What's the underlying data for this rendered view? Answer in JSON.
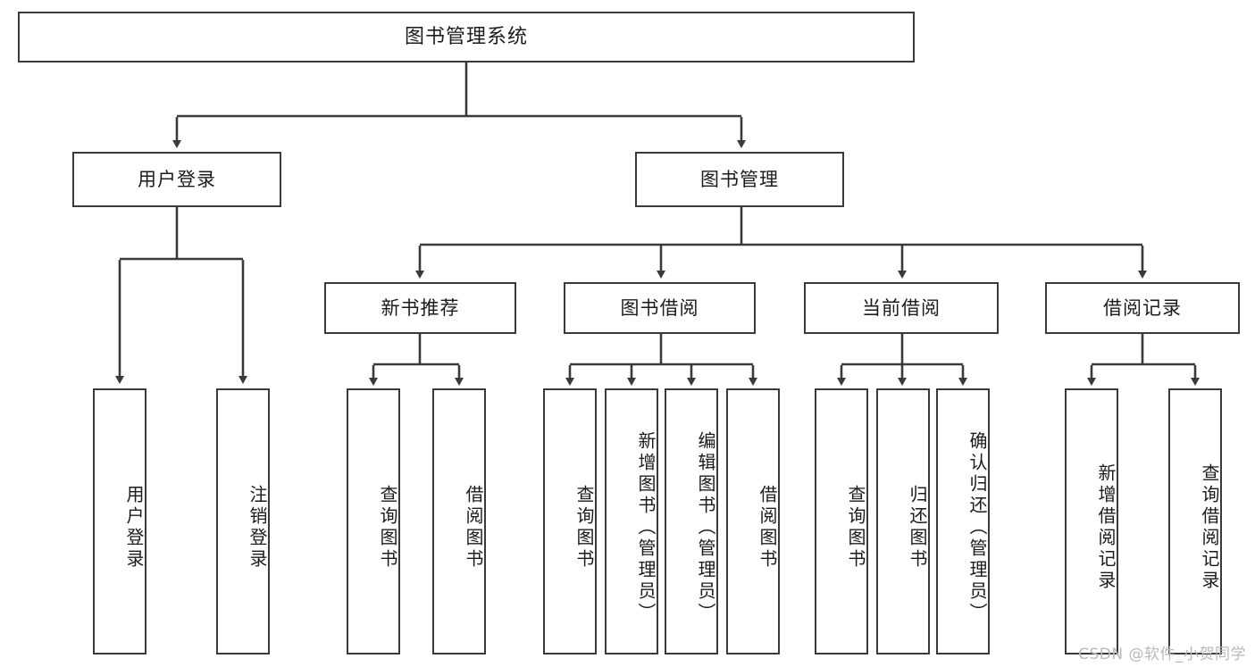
{
  "diagram": {
    "title": "图书管理系统",
    "type": "tree-hierarchy-diagram",
    "theme": {
      "border_color": "#3a3a3a",
      "fill_color": "#ffffff",
      "text_color": "#1b1b1b",
      "background": "#ffffff",
      "watermark_color": "#b9b9b9"
    },
    "root": {
      "id": "root",
      "label": "图书管理系统"
    },
    "level2": [
      {
        "id": "user-login",
        "label": "用户登录"
      },
      {
        "id": "book-management",
        "label": "图书管理"
      }
    ],
    "level3": [
      {
        "id": "new-book-recommend",
        "label": "新书推荐",
        "parent": "book-management"
      },
      {
        "id": "book-borrow",
        "label": "图书借阅",
        "parent": "book-management"
      },
      {
        "id": "current-borrow",
        "label": "当前借阅",
        "parent": "book-management"
      },
      {
        "id": "borrow-record",
        "label": "借阅记录",
        "parent": "book-management"
      }
    ],
    "leaves": {
      "user-login": [
        {
          "id": "leaf-user-login",
          "label": "用户登录"
        },
        {
          "id": "leaf-user-logout",
          "label": "注销登录"
        }
      ],
      "new-book-recommend": [
        {
          "id": "leaf-query-book-1",
          "label": "查询图书"
        },
        {
          "id": "leaf-borrow-book-1",
          "label": "借阅图书"
        }
      ],
      "book-borrow": [
        {
          "id": "leaf-query-book-2",
          "label": "查询图书"
        },
        {
          "id": "leaf-add-book",
          "label": "新增图书（管理员）"
        },
        {
          "id": "leaf-edit-book",
          "label": "编辑图书（管理员）"
        },
        {
          "id": "leaf-borrow-book-2",
          "label": "借阅图书"
        }
      ],
      "current-borrow": [
        {
          "id": "leaf-query-book-3",
          "label": "查询图书"
        },
        {
          "id": "leaf-return-book",
          "label": "归还图书"
        },
        {
          "id": "leaf-confirm-return",
          "label": "确认归还（管理员）"
        }
      ],
      "borrow-record": [
        {
          "id": "leaf-add-record",
          "label": "新增借阅记录"
        },
        {
          "id": "leaf-query-record",
          "label": "查询借阅记录"
        }
      ]
    },
    "watermark": "CSDN @软件_小贺同学"
  }
}
